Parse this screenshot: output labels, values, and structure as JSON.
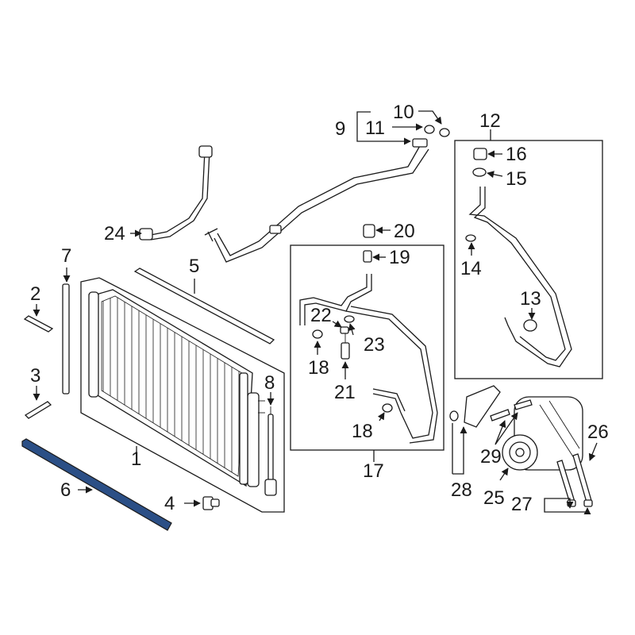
{
  "callouts": {
    "c1": "1",
    "c2": "2",
    "c3": "3",
    "c4": "4",
    "c5": "5",
    "c6": "6",
    "c7": "7",
    "c8": "8",
    "c9": "9",
    "c10": "10",
    "c11": "11",
    "c12": "12",
    "c13": "13",
    "c14": "14",
    "c15": "15",
    "c16": "16",
    "c17": "17",
    "c18a": "18",
    "c18b": "18",
    "c19": "19",
    "c20": "20",
    "c21": "21",
    "c22": "22",
    "c23": "23",
    "c24": "24",
    "c25": "25",
    "c26": "26",
    "c27": "27",
    "c28": "28",
    "c29": "29"
  },
  "colors": {
    "line": "#1a1a1a",
    "highlight": "#2b4f86",
    "background": "#ffffff"
  }
}
